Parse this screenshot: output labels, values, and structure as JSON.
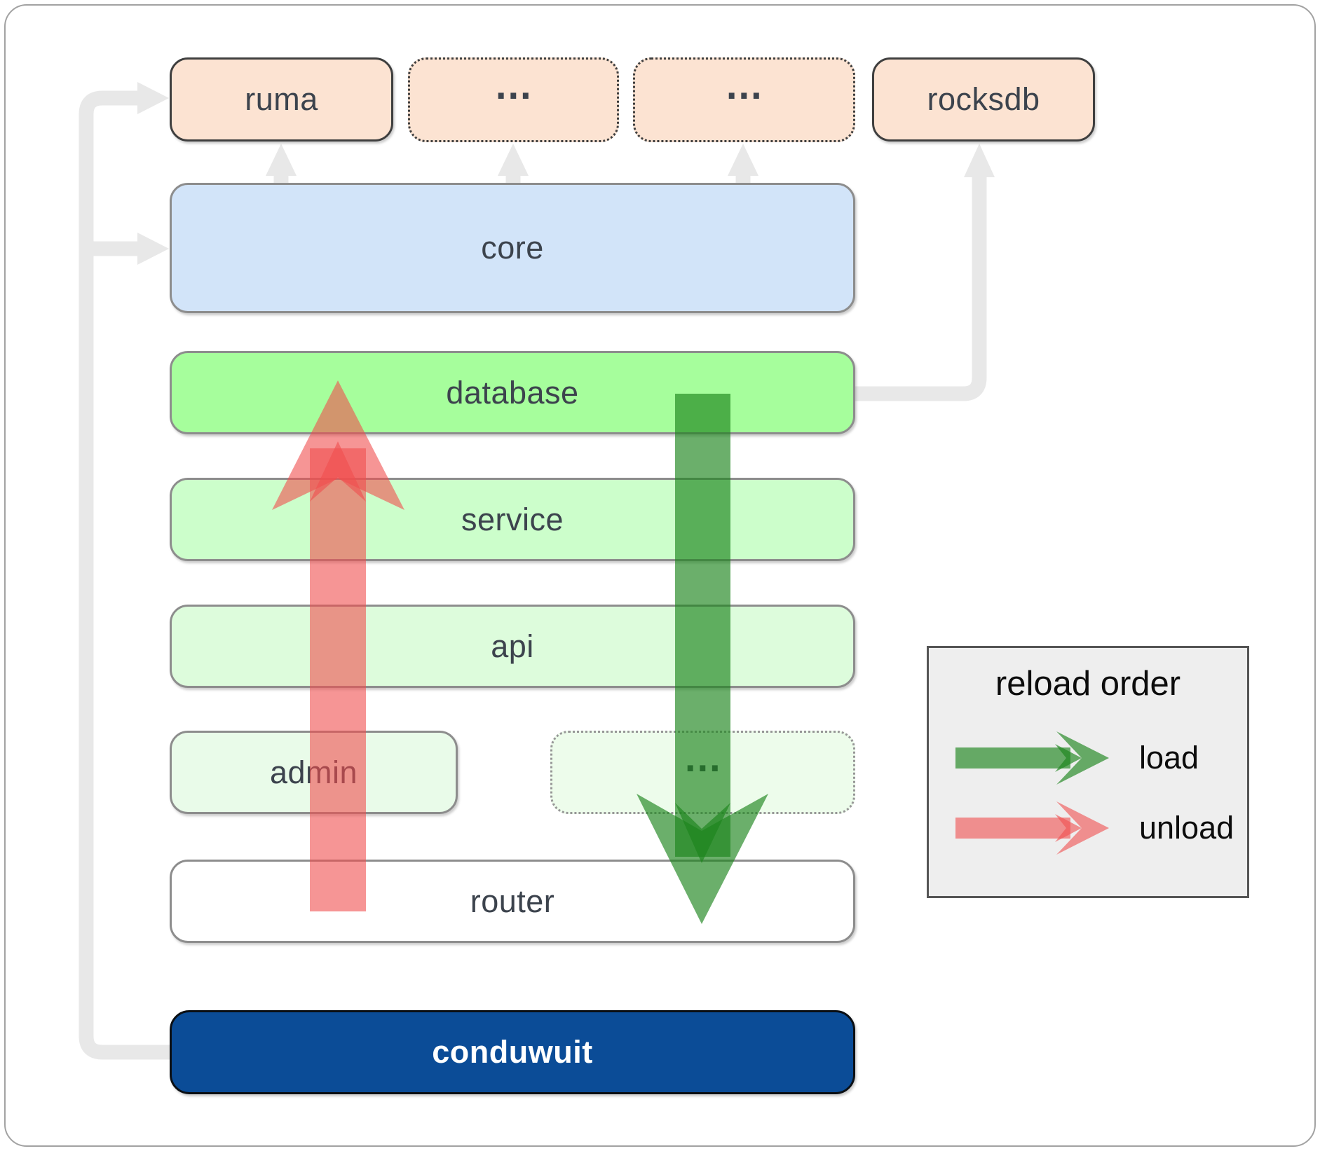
{
  "nodes": {
    "ruma": {
      "label": "ruma"
    },
    "dots_top_1": {
      "label": "..."
    },
    "dots_top_2": {
      "label": "..."
    },
    "rocksdb": {
      "label": "rocksdb"
    },
    "core": {
      "label": "core"
    },
    "database": {
      "label": "database"
    },
    "service": {
      "label": "service"
    },
    "api": {
      "label": "api"
    },
    "admin": {
      "label": "admin"
    },
    "dots_admin": {
      "label": "..."
    },
    "router": {
      "label": "router"
    },
    "conduwuit": {
      "label": "conduwuit"
    }
  },
  "legend": {
    "title": "reload order",
    "items": [
      {
        "label": "load",
        "color": "#1c841c"
      },
      {
        "label": "unload",
        "color": "#f04e4e"
      }
    ]
  },
  "colors": {
    "connector_gray": "#e8e8e8",
    "load_green": "#1c841c",
    "unload_red": "#f04e4e",
    "peach_box": "#fce3d2",
    "core_blue": "#d2e4f9",
    "database_green": "#a6fe9c",
    "service_green": "#ccfecb",
    "api_green": "#ddfcdc",
    "admin_green": "#e9fbe9",
    "router_bg": "#ffffff",
    "conduwuit_blue": "#0b4c97",
    "legend_bg": "#eeeeee",
    "label_text": "#3c434d"
  }
}
